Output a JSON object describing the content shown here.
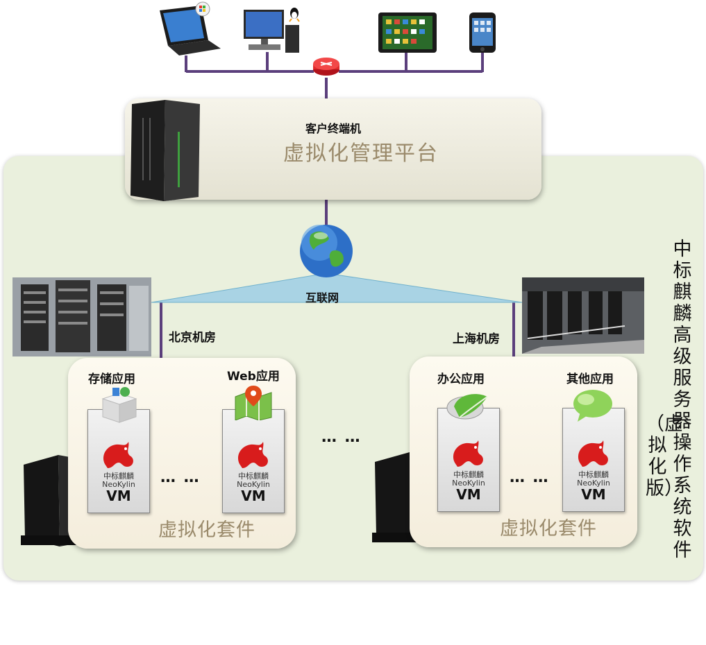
{
  "management": {
    "client_label": "客户终端机",
    "platform_label": "虚拟化管理平台"
  },
  "network": {
    "internet_label": "互联网"
  },
  "rooms": {
    "beijing_label": "北京机房",
    "shanghai_label": "上海机房"
  },
  "left_suite": {
    "app1_label": "存储应用",
    "app2_label": "Web应用",
    "vm1_label": "VM",
    "vm2_label": "VM",
    "dots": "…  …",
    "suite_label": "虚拟化套件"
  },
  "right_suite": {
    "app1_label": "办公应用",
    "app2_label": "其他应用",
    "vm1_label": "VM",
    "vm2_label": "VM",
    "dots": "…  …",
    "suite_label": "虚拟化套件"
  },
  "between_dots": "…  …",
  "vm_logo": {
    "cn": "中标麒麟",
    "en": "NeoKylin"
  },
  "side_title": {
    "main": "中标麒麟高级服务器操作系统软件",
    "sub": "（虚拟化版）"
  },
  "colors": {
    "connector": "#5b3f7c",
    "panel_green": "#eaf0dd",
    "suite_beige": "#f6f0e0",
    "logo_red": "#d81c1c",
    "internet_band": "#a9d3e4"
  }
}
